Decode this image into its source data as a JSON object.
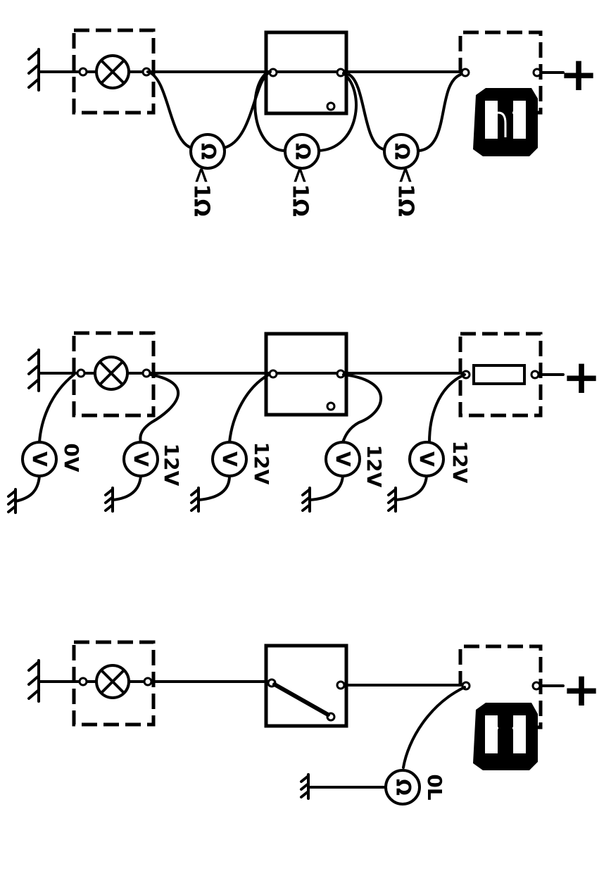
{
  "supply_symbol": "+",
  "meters": {
    "ohm_symbol": "Ω",
    "volt_symbol": "V"
  },
  "panel_1": {
    "readings": [
      "<1Ω",
      "<1Ω",
      "<1Ω"
    ]
  },
  "panel_2": {
    "readings": [
      "0V",
      "12V",
      "12V",
      "12V",
      "12V"
    ]
  },
  "panel_3": {
    "reading": "0L"
  },
  "colors": {
    "ink": "#000000",
    "paper": "#ffffff"
  }
}
